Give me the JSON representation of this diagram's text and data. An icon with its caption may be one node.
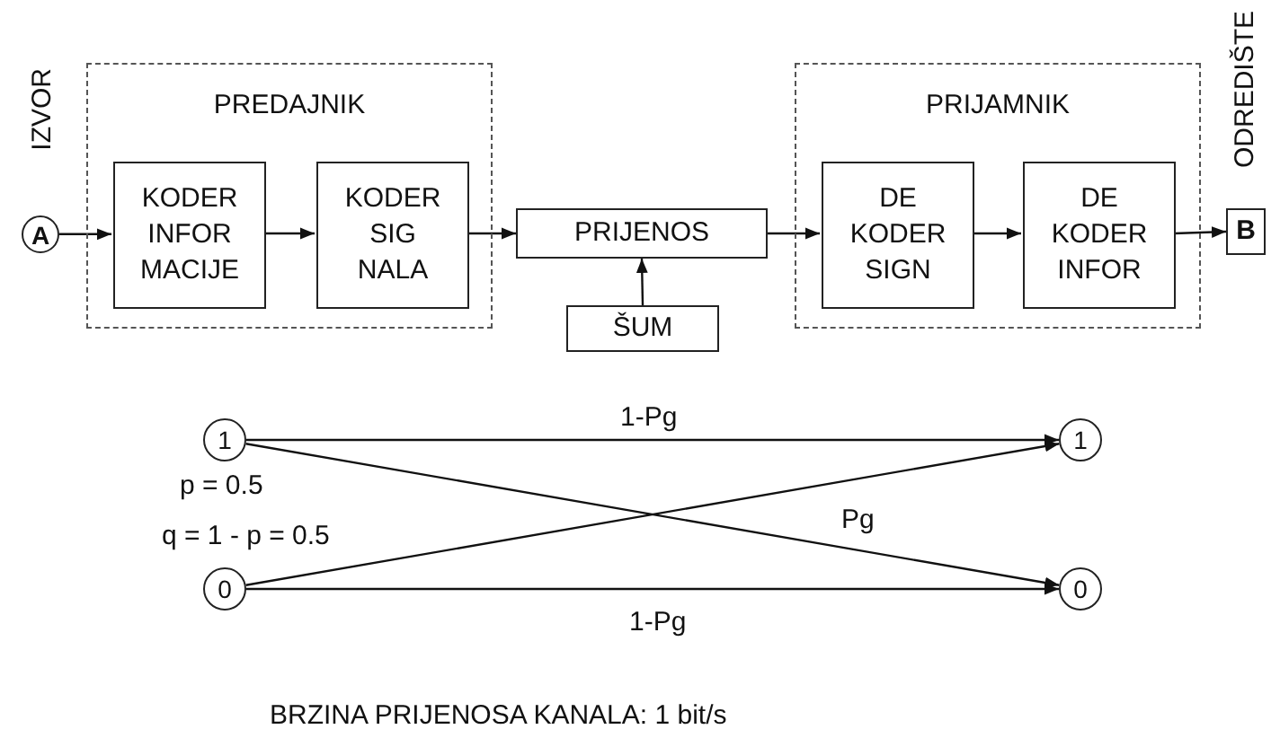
{
  "diagram": {
    "nodes": [
      {
        "text": [
          "A"
        ],
        "beside": [
          "IZVOR"
        ]
      },
      {
        "text": [
          "PREDAJNIK"
        ]
      },
      {
        "text": [
          "KODER INFOR MACIJE"
        ],
        "in": 1
      },
      {
        "text": [
          "KODER SIG NALA"
        ],
        "in": 1
      },
      {
        "text": [
          "PRIJENOS"
        ]
      },
      {
        "text": [
          "ŠUM"
        ]
      },
      {
        "text": [
          "PRIJAMNIK"
        ]
      },
      {
        "text": [
          "DE KODER SIGN"
        ],
        "in": 6
      },
      {
        "text": [
          "DE KODER INFOR"
        ],
        "in": 6
      },
      {
        "text": [
          "B"
        ],
        "beside": [
          "ODREDIŠTE"
        ]
      },
      {
        "text": [
          "1"
        ]
      },
      {
        "text": [
          "0"
        ]
      },
      {
        "text": [
          "1"
        ]
      },
      {
        "text": [
          "0"
        ]
      }
    ],
    "edges": [
      {
        "from": 0,
        "to": 2,
        "arrow": "to"
      },
      {
        "from": 2,
        "to": 3,
        "arrow": "to"
      },
      {
        "from": 3,
        "to": 4,
        "arrow": "to"
      },
      {
        "from": 5,
        "to": 4,
        "arrow": "to"
      },
      {
        "from": 4,
        "to": 7,
        "arrow": "to"
      },
      {
        "from": 7,
        "to": 8,
        "arrow": "to"
      },
      {
        "from": 8,
        "to": 9,
        "arrow": "to"
      },
      {
        "from": 10,
        "to": 12,
        "arrow": "to",
        "label": "1-Pg"
      },
      {
        "from": 10,
        "to": 13,
        "arrow": "to",
        "label": "Pg"
      },
      {
        "from": 11,
        "to": 12,
        "arrow": "to"
      },
      {
        "from": 11,
        "to": 13,
        "arrow": "to",
        "label": "1-Pg"
      }
    ],
    "labels": [
      "p = 0.5",
      "q = 1 - p = 0.5",
      "BRZINA PRIJENOSA KANALA: 1 bit/s"
    ]
  }
}
